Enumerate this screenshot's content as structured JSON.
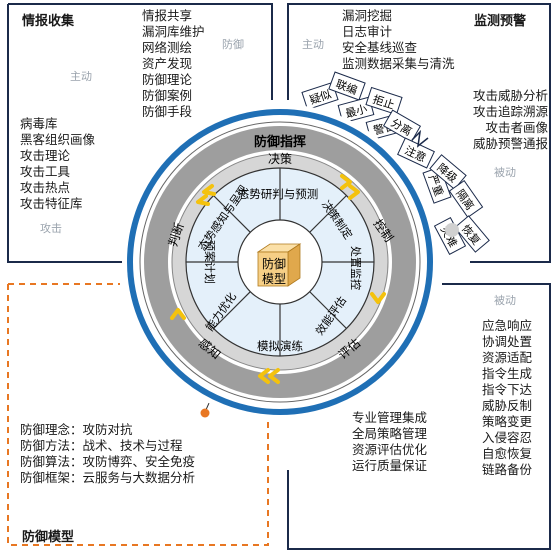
{
  "quadrants": {
    "intel": {
      "title": "情报收集",
      "active_label": "主动",
      "attack_label": "攻击",
      "defense_label": "防御",
      "left_items": [
        "病毒库",
        "黑客组织画像",
        "攻击理论",
        "攻击工具",
        "攻击热点",
        "攻击特征库"
      ],
      "right_items": [
        "情报共享",
        "漏洞库维护",
        "网络测绘",
        "资产发现",
        "防御理论",
        "防御案例",
        "防御手段"
      ]
    },
    "monitor": {
      "title": "监测预警",
      "active_label": "主动",
      "passive_label": "被动",
      "top_items": [
        "漏洞挖掘",
        "日志审计",
        "安全基线巡查",
        "监测数据采集与清洗"
      ],
      "right_items": [
        "攻击威胁分析",
        "攻击追踪溯源",
        "攻击者画像",
        "威胁预警通报"
      ],
      "tags": [
        "疑似",
        "联编",
        "最小",
        "拒止",
        "警告",
        "分离",
        "注意",
        "严重",
        "降级",
        "隔离",
        "恢复",
        "灾难"
      ]
    },
    "response": {
      "passive_label": "被动",
      "right_items": [
        "应急响应",
        "协调处置",
        "资源适配",
        "指令生成",
        "指令下达",
        "威胁反制",
        "策略变更",
        "入侵容忍",
        "自愈恢复",
        "链路备份"
      ],
      "bottom_items": [
        "专业管理集成",
        "全局策略管理",
        "资源评估优化",
        "运行质量保证"
      ]
    },
    "model": {
      "title": "防御模型",
      "items": [
        "防御理念：攻防对抗",
        "防御方法：战术、技术与过程",
        "防御算法：攻防博弈、安全免疫",
        "防御框架：云服务与大数据分析"
      ]
    }
  },
  "wheel": {
    "title": "防御指挥",
    "center_label": "防御\n模型",
    "ring_labels": [
      "决策",
      "控制",
      "评估",
      "感知",
      "判断"
    ],
    "sectors": [
      "态势研判与预测",
      "决策制定",
      "处置监控",
      "效能评估",
      "模拟演练",
      "能力优化",
      "预案计划",
      "态势感知与呈现"
    ]
  },
  "colors": {
    "ring_blue": "#1f6fb5",
    "ring_grey": "#9e9e9e",
    "inner_grey": "#c8c8c8",
    "arrow_yellow": "#f4c20d",
    "model_orange": "#e87722",
    "sector_fill": "#e4f0fa",
    "cube_fill": "#f6cf86"
  }
}
